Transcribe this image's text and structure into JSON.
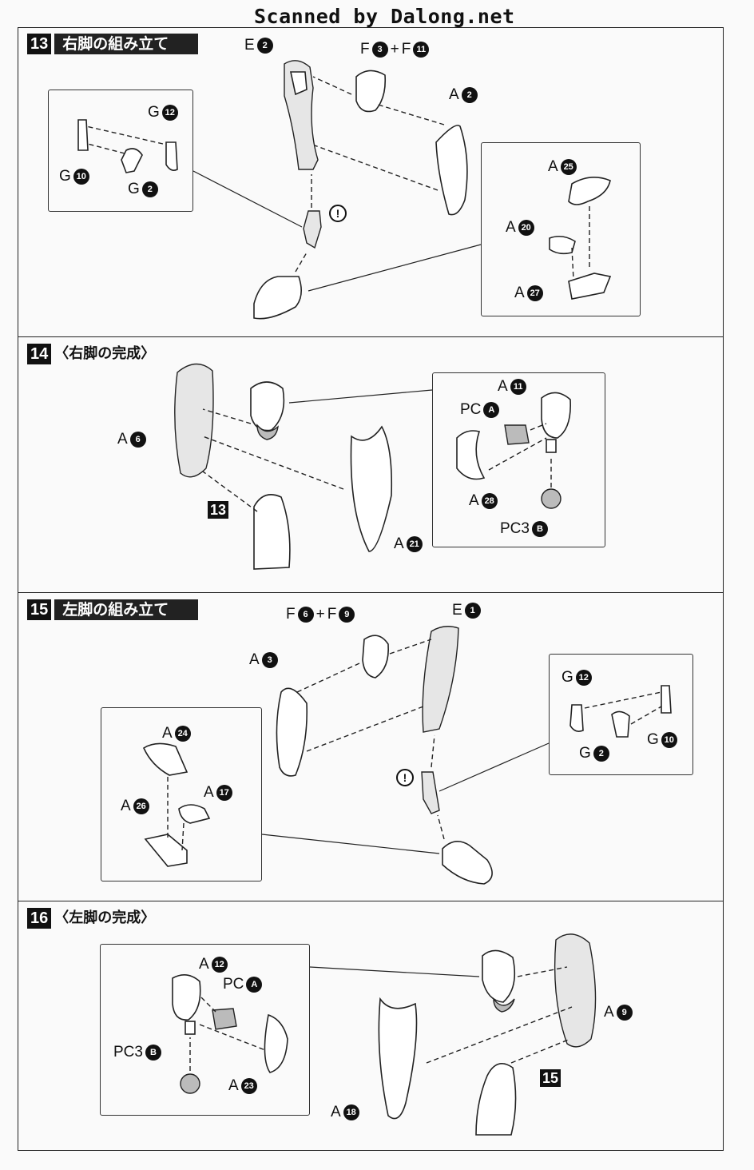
{
  "watermark": "Scanned by Dalong.net",
  "steps": [
    {
      "number": "13",
      "title": "右脚の組み立て"
    },
    {
      "number": "14",
      "title": "〈右脚の完成〉"
    },
    {
      "number": "15",
      "title": "左脚の組み立て"
    },
    {
      "number": "16",
      "title": "〈左脚の完成〉"
    }
  ],
  "caution_symbol": "!",
  "labels": {
    "s13": {
      "e2": {
        "letter": "E",
        "num": "2"
      },
      "f3": {
        "letter": "F",
        "num": "3"
      },
      "plus": "+",
      "f11": {
        "letter": "F",
        "num": "11"
      },
      "a2": {
        "letter": "A",
        "num": "2"
      },
      "g12": {
        "letter": "G",
        "num": "12"
      },
      "g10": {
        "letter": "G",
        "num": "10"
      },
      "g2": {
        "letter": "G",
        "num": "2"
      },
      "a25": {
        "letter": "A",
        "num": "25"
      },
      "a20": {
        "letter": "A",
        "num": "20"
      },
      "a27": {
        "letter": "A",
        "num": "27"
      }
    },
    "s14": {
      "a6": {
        "letter": "A",
        "num": "6"
      },
      "a11": {
        "letter": "A",
        "num": "11"
      },
      "pca": {
        "letter": "PC",
        "num": "A"
      },
      "a28": {
        "letter": "A",
        "num": "28"
      },
      "pc3b": {
        "letter": "PC3",
        "num": "B"
      },
      "a21": {
        "letter": "A",
        "num": "21"
      },
      "ref": "13"
    },
    "s15": {
      "f6": {
        "letter": "F",
        "num": "6"
      },
      "plus": "+",
      "f9": {
        "letter": "F",
        "num": "9"
      },
      "e1": {
        "letter": "E",
        "num": "1"
      },
      "a3": {
        "letter": "A",
        "num": "3"
      },
      "g12": {
        "letter": "G",
        "num": "12"
      },
      "g2": {
        "letter": "G",
        "num": "2"
      },
      "g10": {
        "letter": "G",
        "num": "10"
      },
      "a24": {
        "letter": "A",
        "num": "24"
      },
      "a17": {
        "letter": "A",
        "num": "17"
      },
      "a26": {
        "letter": "A",
        "num": "26"
      }
    },
    "s16": {
      "a12": {
        "letter": "A",
        "num": "12"
      },
      "pca": {
        "letter": "PC",
        "num": "A"
      },
      "pc3b": {
        "letter": "PC3",
        "num": "B"
      },
      "a23": {
        "letter": "A",
        "num": "23"
      },
      "a9": {
        "letter": "A",
        "num": "9"
      },
      "a18": {
        "letter": "A",
        "num": "18"
      },
      "ref": "15"
    }
  }
}
